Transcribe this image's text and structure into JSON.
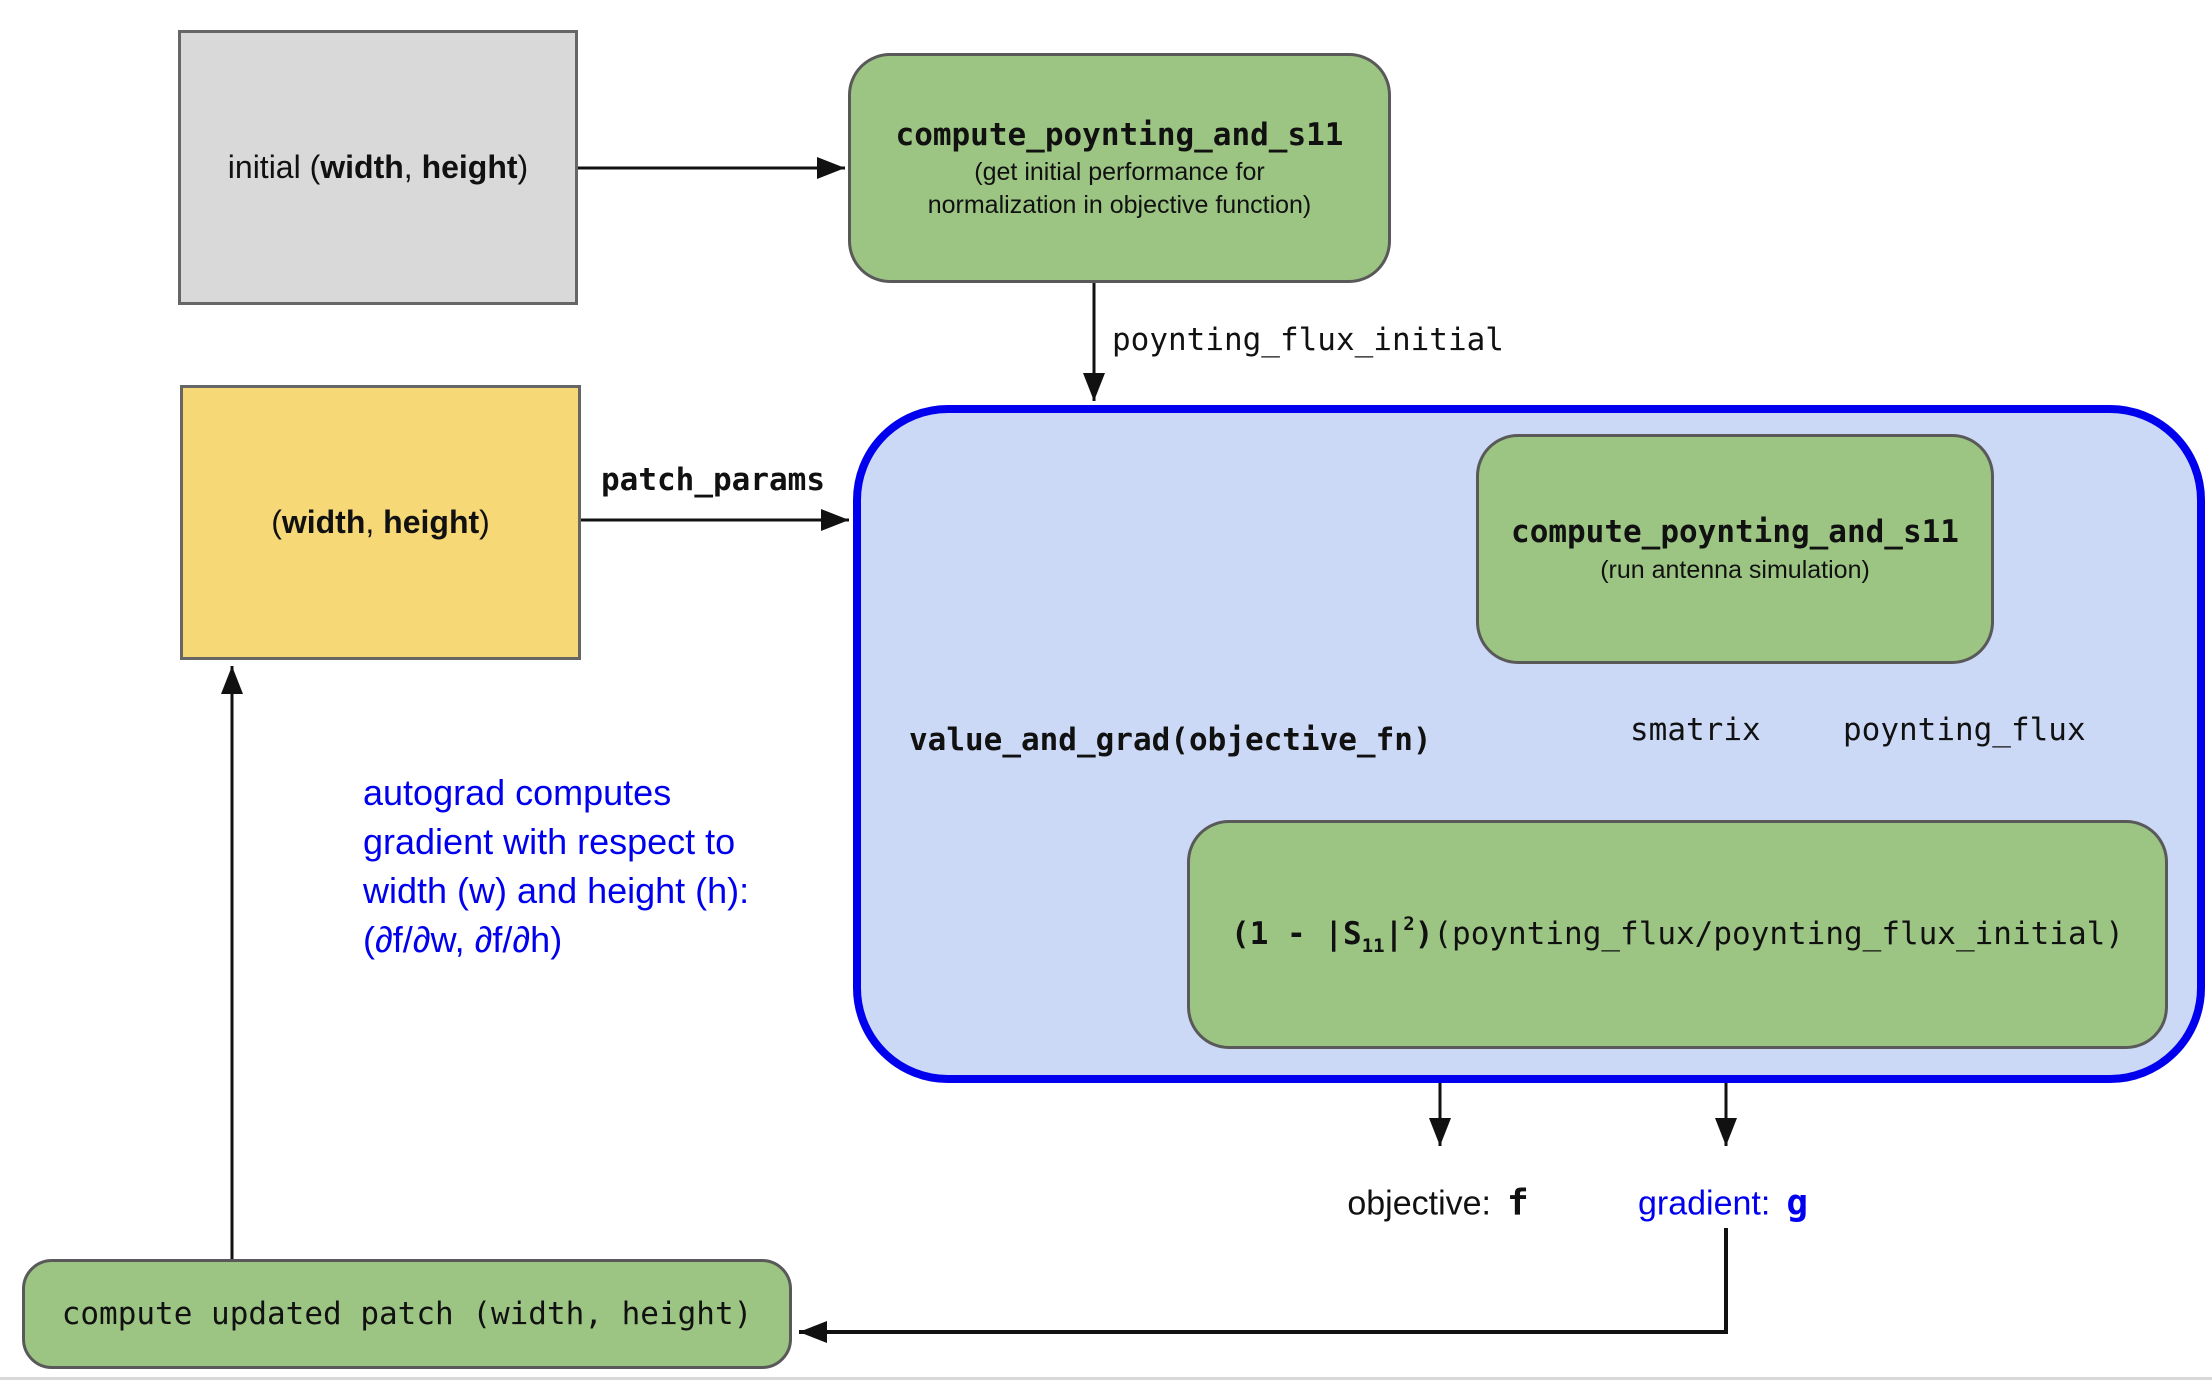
{
  "colors": {
    "node_green": "#9cc483",
    "param_yellow": "#f6d876",
    "initial_gray": "#d9d9d9",
    "container_blue_fill": "#cbd9f6",
    "accent_blue": "#0000ee",
    "line_black": "#111111",
    "border_gray": "#595959"
  },
  "boxes": {
    "initial": {
      "parts": [
        "initial (",
        "width",
        ", ",
        "height",
        ")"
      ]
    },
    "compute_initial": {
      "title": "compute_poynting_and_s11",
      "subtitle_lines": [
        "(get initial performance for",
        "normalization in objective function)"
      ]
    },
    "patch": {
      "parts": [
        "(",
        "width",
        ", ",
        "height",
        ")"
      ]
    },
    "value_and_grad": {
      "label": "value_and_grad(objective_fn)"
    },
    "compute_sim": {
      "title": "compute_poynting_and_s11",
      "subtitle": "(run antenna simulation)"
    },
    "objective_fn": {
      "formula": {
        "bold_open": "(1 - |S",
        "sub": "11",
        "bar": "|",
        "sup": "2",
        "bold_close": ")",
        "rest": "(poynting_flux/poynting_flux_initial)"
      }
    },
    "update": {
      "label": "compute updated patch (width, height)"
    }
  },
  "edge_labels": {
    "poynting_flux_initial": "poynting_flux_initial",
    "patch_params": "patch_params",
    "smatrix": "smatrix",
    "poynting_flux": "poynting_flux"
  },
  "outputs": {
    "objective_label": "objective:",
    "objective_symbol": "f",
    "gradient_label": "gradient:",
    "gradient_symbol": "g"
  },
  "notes": {
    "autograd_lines": [
      "autograd computes",
      "gradient with respect to",
      "width (w) and height (h):",
      "(∂f/∂w, ∂f/∂h)"
    ]
  }
}
